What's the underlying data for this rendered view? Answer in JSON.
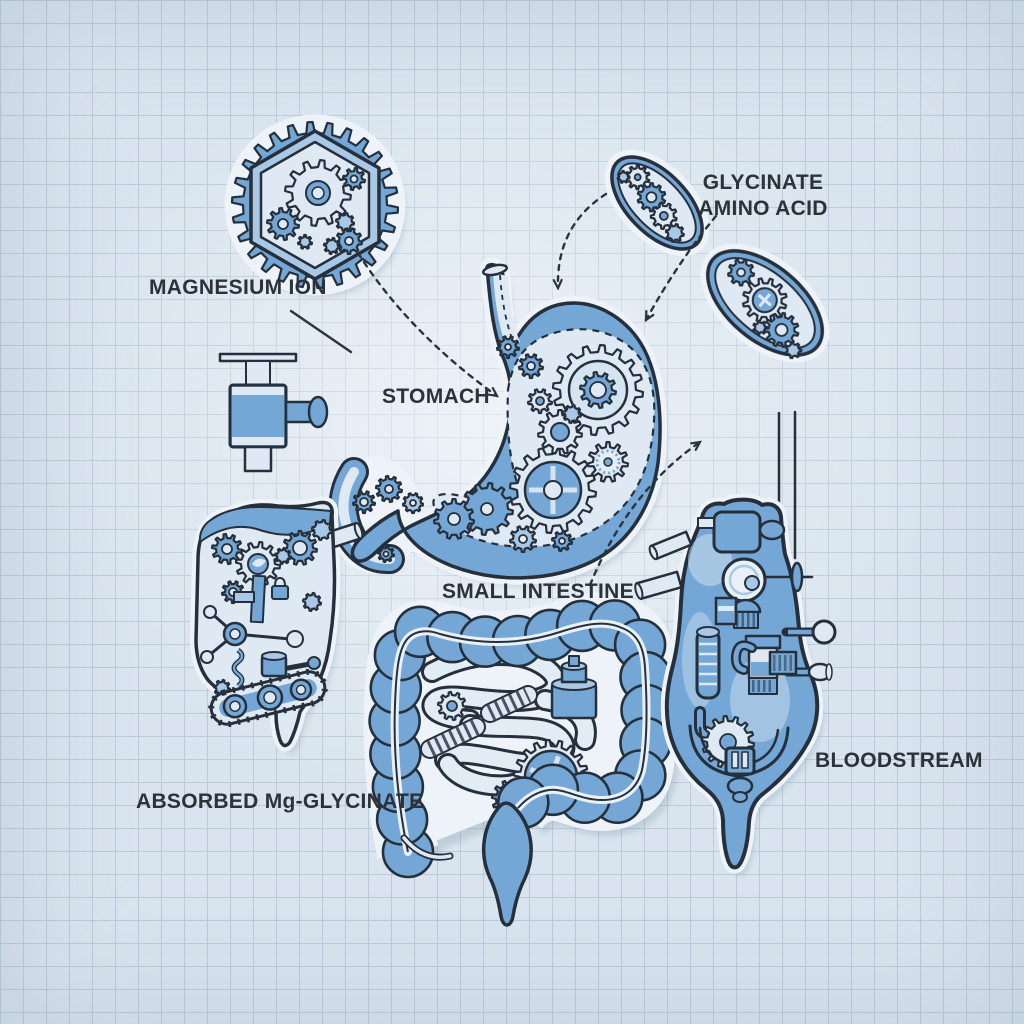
{
  "labels": {
    "magnesium_ion": "MAGNESIUM ION",
    "glycinate_line1": "GLYCINATE",
    "glycinate_line2": "AMINO ACID",
    "stomach": "STOMACH",
    "small_intestine": "SMALL INTESTINE",
    "absorbed": "ABSORBED Mg-GLYCINATE",
    "bloodstream": "BLOODSTREAM"
  },
  "colors": {
    "background": "#d9e4ee",
    "grid_line": "#b9cadb",
    "outline_ink": "#25303c",
    "fill_blue": "#74a7d5",
    "fill_blue_light": "#a9c8e5",
    "fill_paper": "#dfe9f3",
    "label_text": "#2b323a"
  },
  "figures": [
    {
      "name": "magnesium-ion-gear-hexagon"
    },
    {
      "name": "glycinate-capsule-top"
    },
    {
      "name": "glycinate-capsule-bottom"
    },
    {
      "name": "stomach-with-gears"
    },
    {
      "name": "valve-fitting"
    },
    {
      "name": "absorbed-pouch-machine"
    },
    {
      "name": "intestines-with-gears"
    },
    {
      "name": "bloodstream-vessel-machine"
    }
  ],
  "arrows": [
    {
      "from": "magnesium-ion",
      "to": "stomach",
      "style": "dashed"
    },
    {
      "from": "glycinate-capsule",
      "to": "stomach",
      "style": "dashed"
    },
    {
      "from": "glycinate-label",
      "to": "stomach",
      "style": "dashed"
    },
    {
      "from": "small-intestine",
      "to": "bloodstream",
      "style": "dashed"
    },
    {
      "from": "magnesium-ion-label",
      "to": "stomach-area",
      "style": "solid-leader"
    }
  ]
}
